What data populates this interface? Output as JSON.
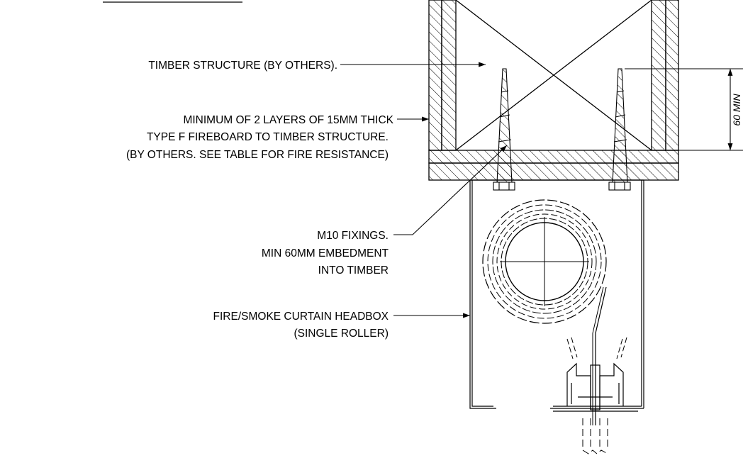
{
  "labels": {
    "timber": "TIMBER STRUCTURE (BY OTHERS).",
    "fireboard_line1": "MINIMUM OF 2 LAYERS OF 15MM THICK",
    "fireboard_line2": "TYPE F FIREBOARD TO TIMBER STRUCTURE.",
    "fireboard_line3": "(BY OTHERS. SEE TABLE FOR FIRE RESISTANCE)",
    "fixings_line1": "M10 FIXINGS.",
    "fixings_line2": "MIN 60MM EMBEDMENT",
    "fixings_line3": "INTO TIMBER",
    "headbox_line1": "FIRE/SMOKE CURTAIN HEADBOX",
    "headbox_line2": "(SINGLE ROLLER)"
  },
  "dimension": {
    "embedment": "60 MIN"
  }
}
